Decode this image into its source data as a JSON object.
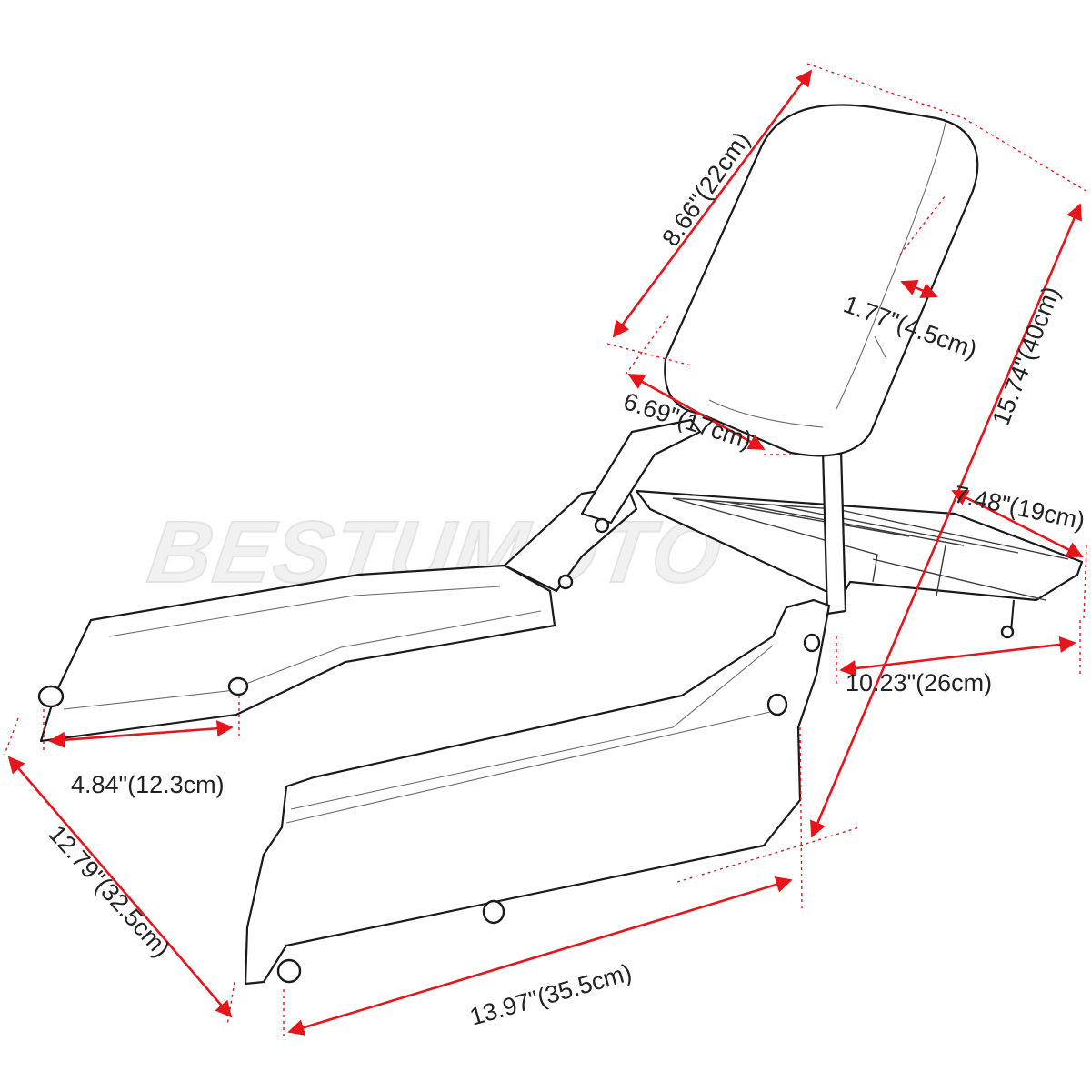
{
  "watermark": "BESTUMOTO",
  "dimensions": {
    "backrest_height": "8.66\"(22cm)",
    "pad_thickness": "1.77\"(4.5cm)",
    "pad_width": "6.69\"(17cm)",
    "total_height": "15.74\"(40cm)",
    "rack_width": "7.48\"(19cm)",
    "rack_length": "10.23\"(26cm)",
    "hole_spacing": "4.84\"(12.3cm)",
    "plate_width": "12.79\"(32.5cm)",
    "plate_length": "13.97\"(35.5cm)"
  },
  "colors": {
    "dimension": "#e8141b",
    "outline": "#1a1a1a"
  }
}
